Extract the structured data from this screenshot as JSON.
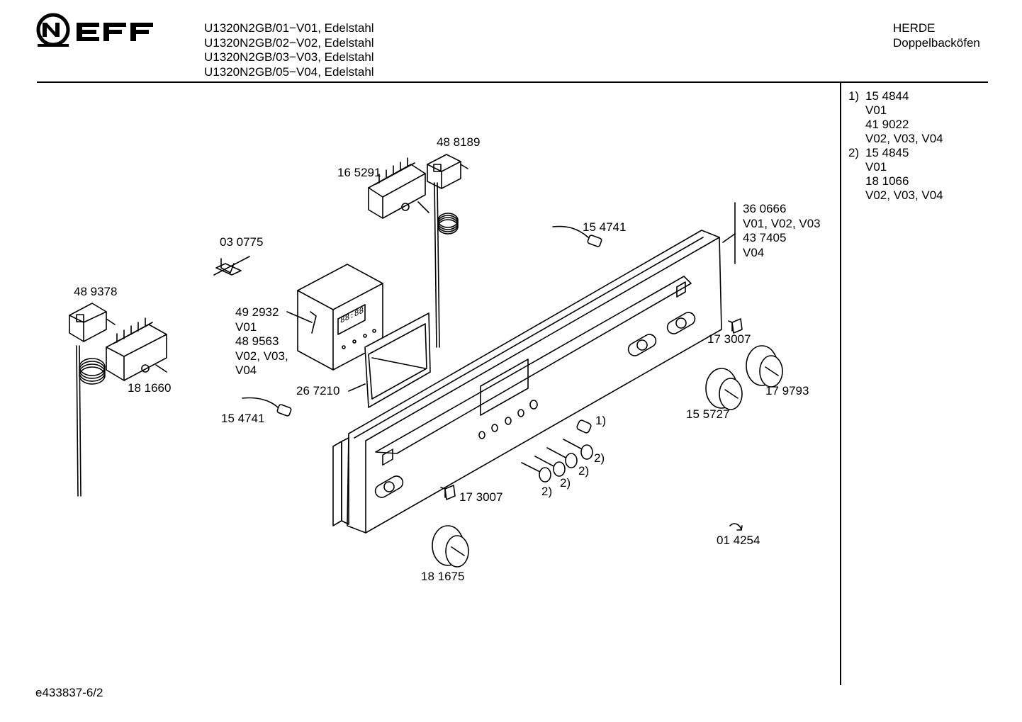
{
  "header": {
    "brand": "NEFF",
    "models": [
      "U1320N2GB/01−V01, Edelstahl",
      "U1320N2GB/02−V02, Edelstahl",
      "U1320N2GB/03−V03, Edelstahl",
      "U1320N2GB/05−V04, Edelstahl"
    ],
    "category": "HERDE",
    "subcategory": "Doppelbacköfen"
  },
  "notes": [
    {
      "num": "1)",
      "part": "15 4844"
    },
    {
      "num": "",
      "part": "V01"
    },
    {
      "num": "",
      "part": "41 9022"
    },
    {
      "num": "",
      "part": "V02, V03, V04"
    },
    {
      "num": "2)",
      "part": "15 4845"
    },
    {
      "num": "",
      "part": "V01"
    },
    {
      "num": "",
      "part": "18 1066"
    },
    {
      "num": "",
      "part": "V02, V03, V04"
    }
  ],
  "labels": {
    "p488189": "48 8189",
    "p165291": "16 5291",
    "p154741a": "15 4741",
    "p030775": "03 0775",
    "p489378": "48 9378",
    "p181660": "18 1660",
    "p154741b": "15 4741",
    "p267210": "26 7210",
    "p173007a": "17 3007",
    "p173007b": "17 3007",
    "p179793": "17 9793",
    "p155727": "15 5727",
    "p181675": "18 1675",
    "p014254": "01 4254",
    "fn1": "1)",
    "fn2a": "2)",
    "fn2b": "2)",
    "fn2c": "2)",
    "fn2d": "2)"
  },
  "blocks": {
    "timer": [
      "49 2932",
      "V01",
      "48 9563",
      "V02, V03,",
      "V04"
    ],
    "panel": [
      "36 0666",
      "V01, V02, V03",
      "43 7405",
      "V04"
    ]
  },
  "footer": {
    "drawing_id": "e433837-6/2"
  }
}
